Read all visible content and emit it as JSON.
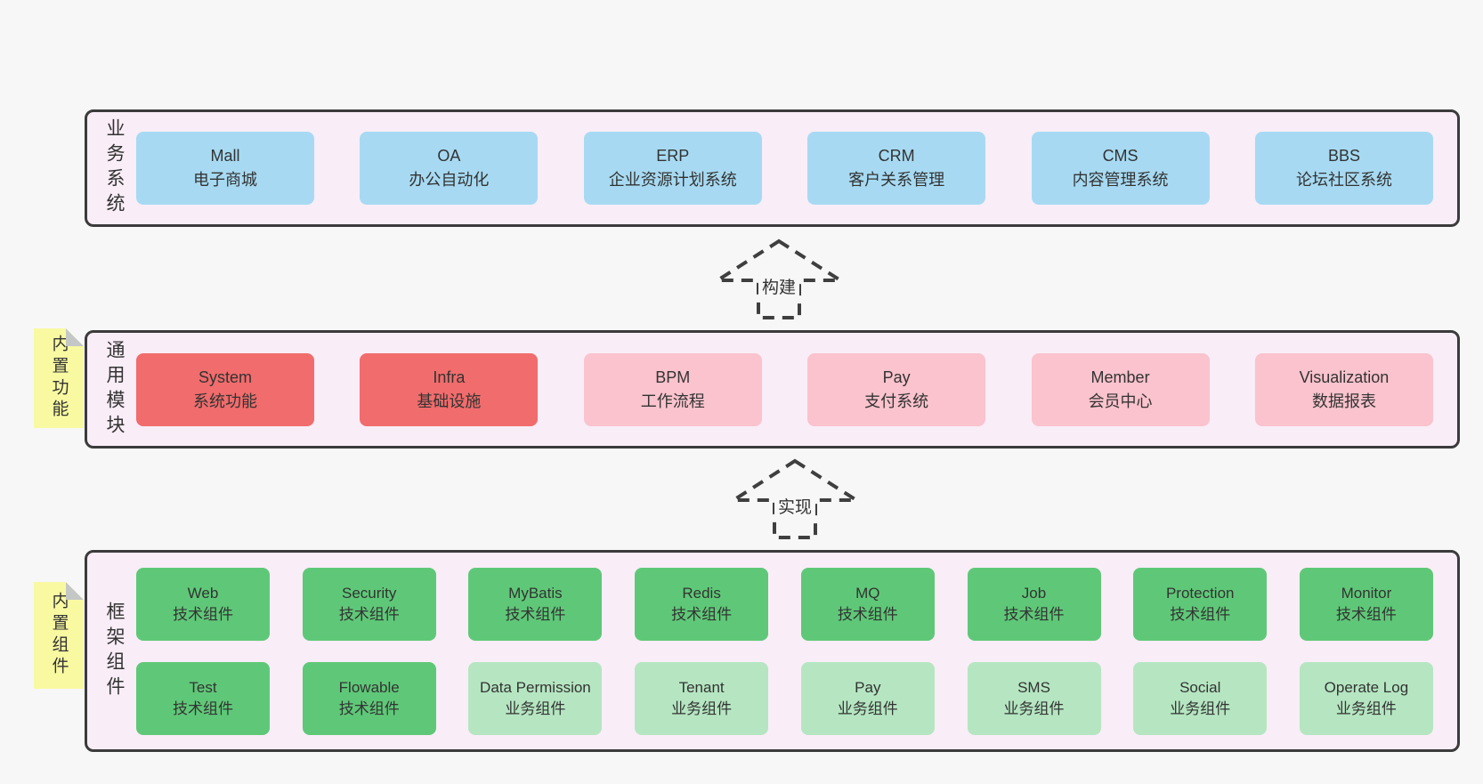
{
  "diagram": {
    "bands": [
      {
        "label": "业务系统",
        "boxes": [
          {
            "title": "Mall",
            "subtitle": "电子商城",
            "variant": "blue"
          },
          {
            "title": "OA",
            "subtitle": "办公自动化",
            "variant": "blue"
          },
          {
            "title": "ERP",
            "subtitle": "企业资源计划系统",
            "variant": "blue"
          },
          {
            "title": "CRM",
            "subtitle": "客户关系管理",
            "variant": "blue"
          },
          {
            "title": "CMS",
            "subtitle": "内容管理系统",
            "variant": "blue"
          },
          {
            "title": "BBS",
            "subtitle": "论坛社区系统",
            "variant": "blue"
          }
        ]
      },
      {
        "label": "通用模块",
        "sticky": "内置功能",
        "boxes": [
          {
            "title": "System",
            "subtitle": "系统功能",
            "variant": "red"
          },
          {
            "title": "Infra",
            "subtitle": "基础设施",
            "variant": "red"
          },
          {
            "title": "BPM",
            "subtitle": "工作流程",
            "variant": "pink"
          },
          {
            "title": "Pay",
            "subtitle": "支付系统",
            "variant": "pink"
          },
          {
            "title": "Member",
            "subtitle": "会员中心",
            "variant": "pink"
          },
          {
            "title": "Visualization",
            "subtitle": "数据报表",
            "variant": "pink"
          }
        ]
      },
      {
        "label": "框架组件",
        "sticky": "内置组件",
        "rows": [
          [
            {
              "title": "Web",
              "subtitle": "技术组件",
              "variant": "green"
            },
            {
              "title": "Security",
              "subtitle": "技术组件",
              "variant": "green"
            },
            {
              "title": "MyBatis",
              "subtitle": "技术组件",
              "variant": "green"
            },
            {
              "title": "Redis",
              "subtitle": "技术组件",
              "variant": "green"
            },
            {
              "title": "MQ",
              "subtitle": "技术组件",
              "variant": "green"
            },
            {
              "title": "Job",
              "subtitle": "技术组件",
              "variant": "green"
            },
            {
              "title": "Protection",
              "subtitle": "技术组件",
              "variant": "green"
            },
            {
              "title": "Monitor",
              "subtitle": "技术组件",
              "variant": "green"
            }
          ],
          [
            {
              "title": "Test",
              "subtitle": "技术组件",
              "variant": "green"
            },
            {
              "title": "Flowable",
              "subtitle": "技术组件",
              "variant": "green"
            },
            {
              "title": "Data Permission",
              "subtitle": "业务组件",
              "variant": "lightgreen"
            },
            {
              "title": "Tenant",
              "subtitle": "业务组件",
              "variant": "lightgreen"
            },
            {
              "title": "Pay",
              "subtitle": "业务组件",
              "variant": "lightgreen"
            },
            {
              "title": "SMS",
              "subtitle": "业务组件",
              "variant": "lightgreen"
            },
            {
              "title": "Social",
              "subtitle": "业务组件",
              "variant": "lightgreen"
            },
            {
              "title": "Operate Log",
              "subtitle": "业务组件",
              "variant": "lightgreen"
            }
          ]
        ]
      }
    ],
    "arrows": [
      {
        "label": "构建"
      },
      {
        "label": "实现"
      }
    ],
    "colors": {
      "page_background": "#f7f7f7",
      "band_background": "#f9edf7",
      "band_border": "#3b3b3b",
      "blue_box": "#a7daf2",
      "red_box": "#f16c6c",
      "pink_box": "#fac3cd",
      "green_box": "#5fc878",
      "light_green_box": "#b5e6c1",
      "sticky_yellow": "#f9f9a2",
      "sticky_fold_gray": "#c4c7c6",
      "text": "#333333"
    }
  }
}
